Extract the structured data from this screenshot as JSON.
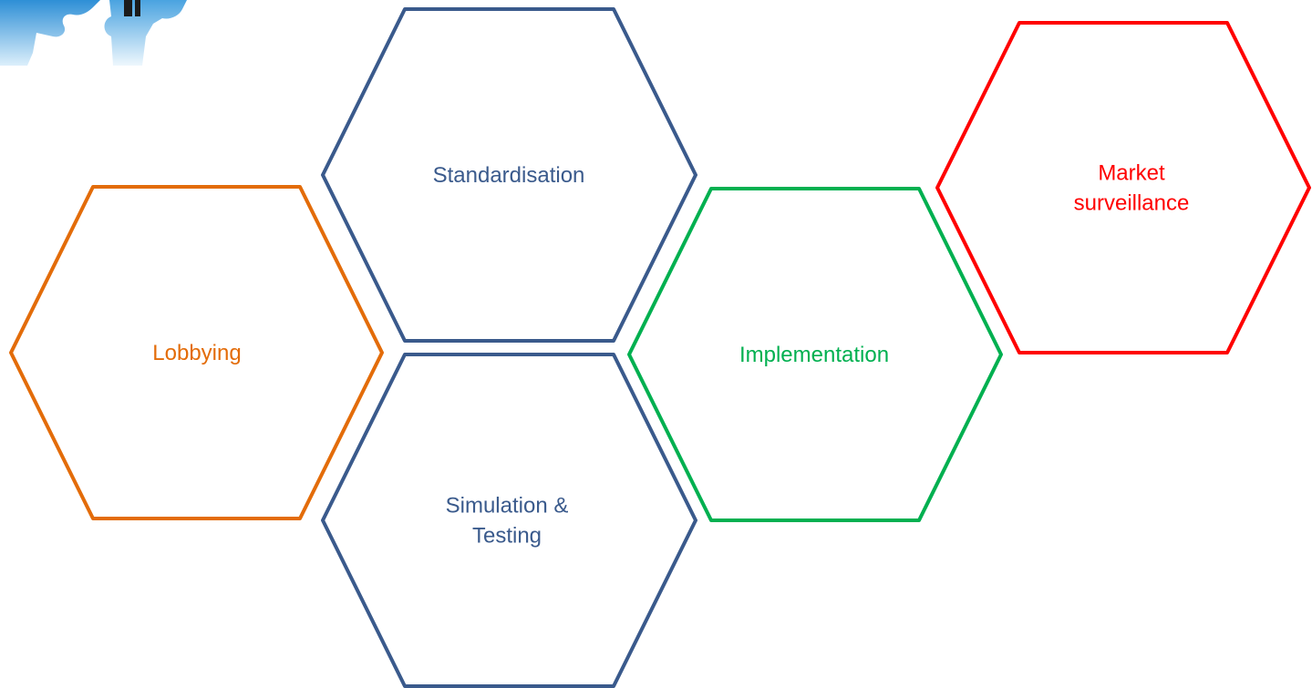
{
  "hexagons": [
    {
      "id": "lobbying",
      "lines": [
        "Lobbying"
      ],
      "color": "#E36C09"
    },
    {
      "id": "standardisation",
      "lines": [
        "Standardisation"
      ],
      "color": "#3A5A8C"
    },
    {
      "id": "simulation-testing",
      "lines": [
        "Simulation &",
        "Testing"
      ],
      "color": "#3A5A8C"
    },
    {
      "id": "implementation",
      "lines": [
        "Implementation"
      ],
      "color": "#00B050"
    },
    {
      "id": "market-surveillance",
      "lines": [
        "Market",
        "surveillance"
      ],
      "color": "#FF0000"
    }
  ],
  "logo": {
    "icon": "puzzle-pieces-with-person-icon",
    "colors": [
      "#2E8FD6",
      "#8CC9F0",
      "#1B1B1B"
    ]
  }
}
